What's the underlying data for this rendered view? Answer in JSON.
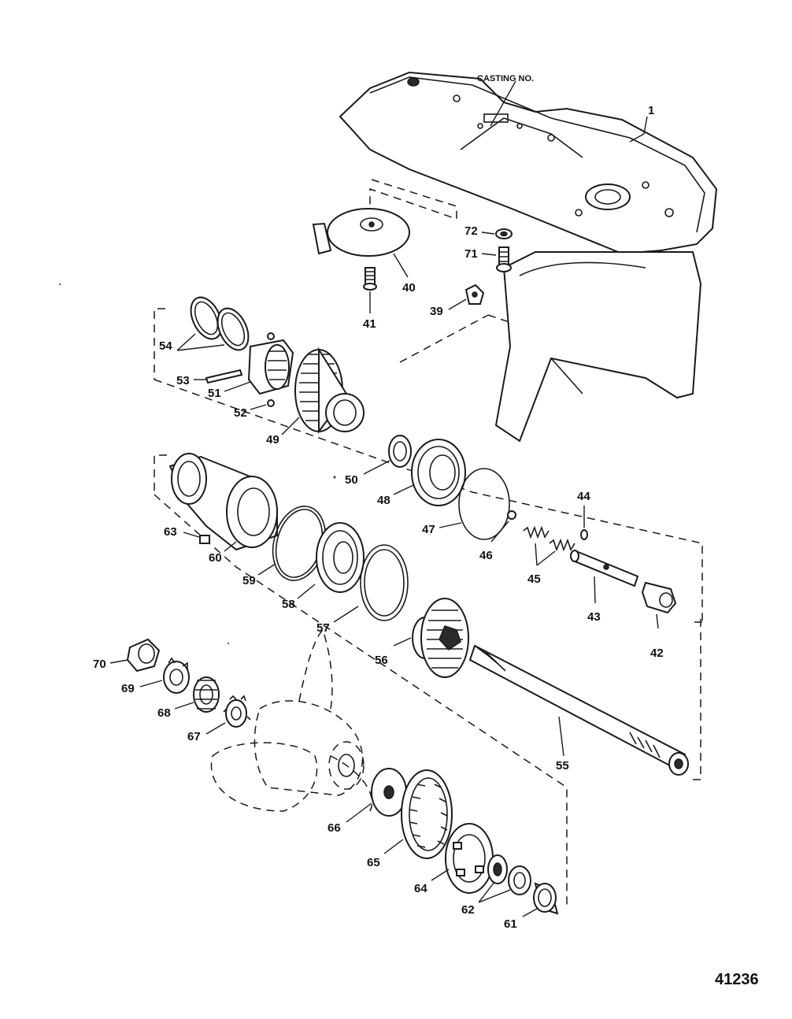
{
  "diagram": {
    "casting_label": "CASTING NO.",
    "figure_number": "41236",
    "callouts": {
      "p1": "1",
      "p72": "72",
      "p71": "71",
      "p40": "40",
      "p41": "41",
      "p39": "39",
      "p54": "54",
      "p53": "53",
      "p51": "51",
      "p52": "52",
      "p49": "49",
      "p50": "50",
      "p48": "48",
      "p47": "47",
      "p46": "46",
      "p44": "44",
      "p45": "45",
      "p43": "43",
      "p42": "42",
      "p63": "63",
      "p60": "60",
      "p59": "59",
      "p58": "58",
      "p57": "57",
      "p56": "56",
      "p55": "55",
      "p70": "70",
      "p69": "69",
      "p68": "68",
      "p67": "67",
      "p66": "66",
      "p65": "65",
      "p64": "64",
      "p62": "62",
      "p61": "61"
    }
  }
}
